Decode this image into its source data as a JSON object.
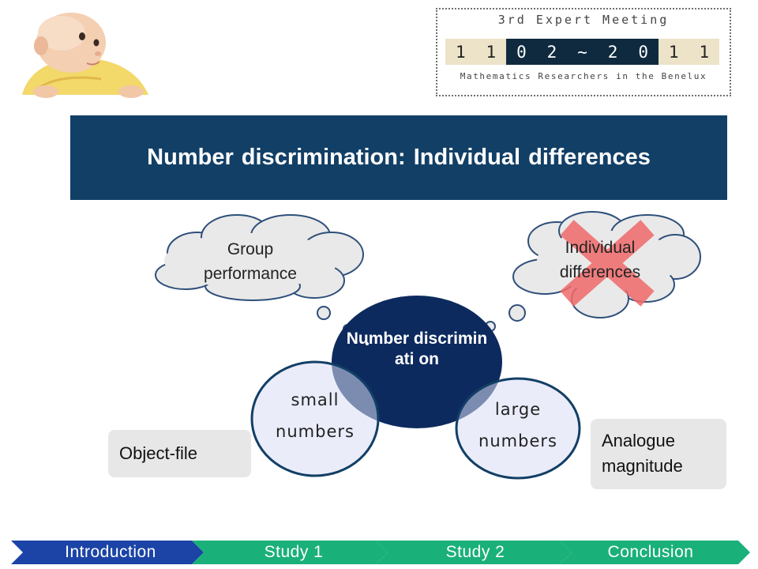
{
  "logo": {
    "title": "3rd Expert Meeting",
    "date_digits": [
      "1",
      "1",
      "0",
      "2",
      "~",
      "2",
      "0",
      "1",
      "1"
    ],
    "subtitle": "Mathematics Researchers in the Benelux"
  },
  "banner": {
    "title": "Number discrimination: Individual differences"
  },
  "diagram": {
    "cloud_left": "Group performance",
    "cloud_right": "Individual differences",
    "centre": "Number discriminati on",
    "small": "small numbers",
    "large": "large numbers"
  },
  "labels": {
    "object_file": "Object-file",
    "analogue": "Analogue magnitude"
  },
  "nav": {
    "items": [
      "Introduction",
      "Study 1",
      "Study 2",
      "Conclusion"
    ]
  },
  "colors": {
    "banner": "#123f66",
    "centre_circle": "#0d2a5e",
    "nav_blue": "#1b44a6",
    "nav_green": "#1ab07a",
    "cross": "#f06a6a"
  }
}
